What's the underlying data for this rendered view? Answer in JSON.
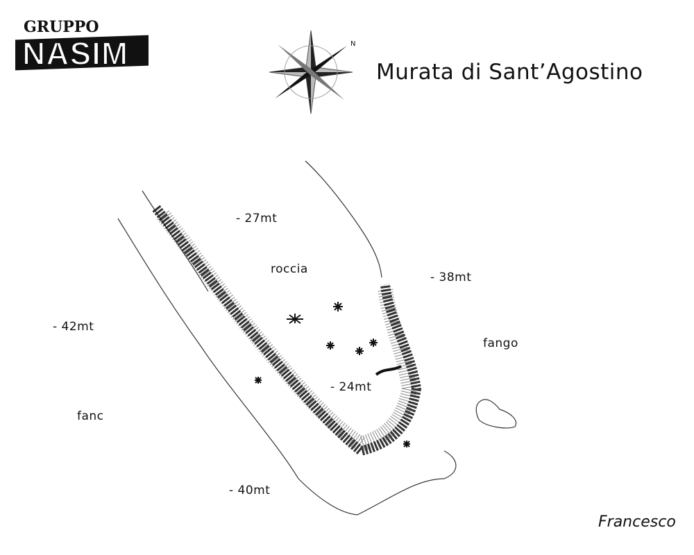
{
  "logo": {
    "line1": "GRUPPO",
    "line2": "NASIM"
  },
  "title": "Murata di Sant’Agostino",
  "compass": {
    "north_label": "N"
  },
  "labels": {
    "depth_27": "- 27mt",
    "roccia": "roccia",
    "depth_38": "- 38mt",
    "depth_42": "- 42mt",
    "fango_right": "fango",
    "depth_24": "- 24mt",
    "fango_left": "fanc",
    "depth_40": "- 40mt"
  },
  "author": "Francesco"
}
